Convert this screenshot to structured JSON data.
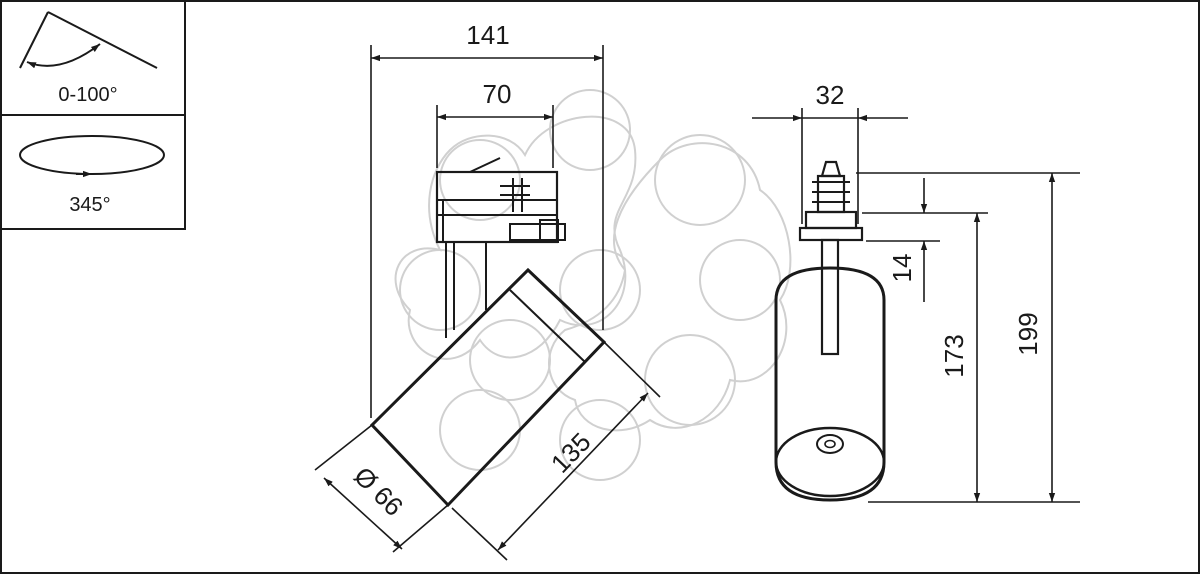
{
  "legend": {
    "tilt_range": "0-100°",
    "rotation_range": "345°"
  },
  "dimensions": {
    "overall_width": "141",
    "adapter_width": "70",
    "body_length": "135",
    "body_diameter": "Ø 66",
    "side_width": "32",
    "top_offset": "14",
    "body_height": "173",
    "total_height": "199"
  },
  "colors": {
    "line": "#1a1a1a",
    "watermark": "#d0d0d0",
    "background": "#ffffff"
  }
}
